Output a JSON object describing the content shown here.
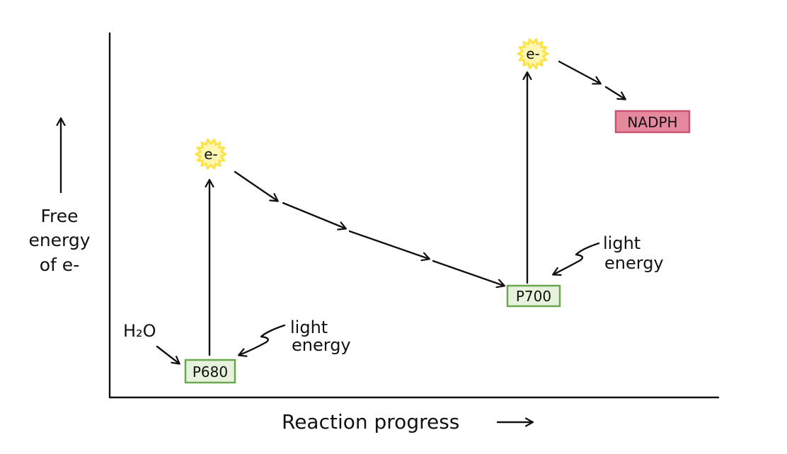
{
  "axes": {
    "y_label_lines": [
      "Free",
      "energy",
      "of e-"
    ],
    "x_label": "Reaction progress"
  },
  "h2o": "H₂O",
  "photosystems": {
    "p680": "P680",
    "p700": "P700"
  },
  "light_energy": {
    "line1": "light",
    "line2": "energy"
  },
  "electron": {
    "label": "e-"
  },
  "nadph": "NADPH",
  "colors": {
    "photosystem_fill": "#e6f2dc",
    "photosystem_border": "#6aa84f",
    "nadph_fill": "#e6899e",
    "nadph_border": "#c9546f",
    "electron_glow": "#fbe34a",
    "ink": "#111111"
  }
}
